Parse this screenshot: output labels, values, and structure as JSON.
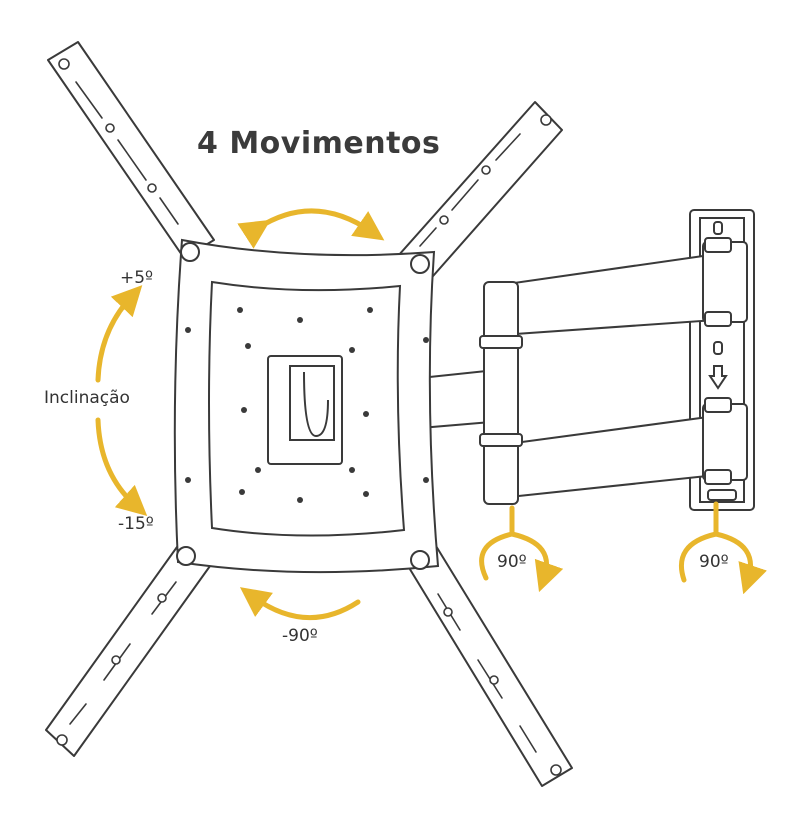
{
  "title": "4 Movimentos",
  "labels": {
    "tilt_up": "+5º",
    "tilt_name": "Inclinação",
    "tilt_down": "-15º",
    "rotation": "-90º",
    "swivel_arm": "90º",
    "swivel_wall": "90º"
  },
  "colors": {
    "accent": "#e8b62c",
    "line": "#3a3a3a",
    "fill": "#ffffff",
    "text": "#333333"
  }
}
